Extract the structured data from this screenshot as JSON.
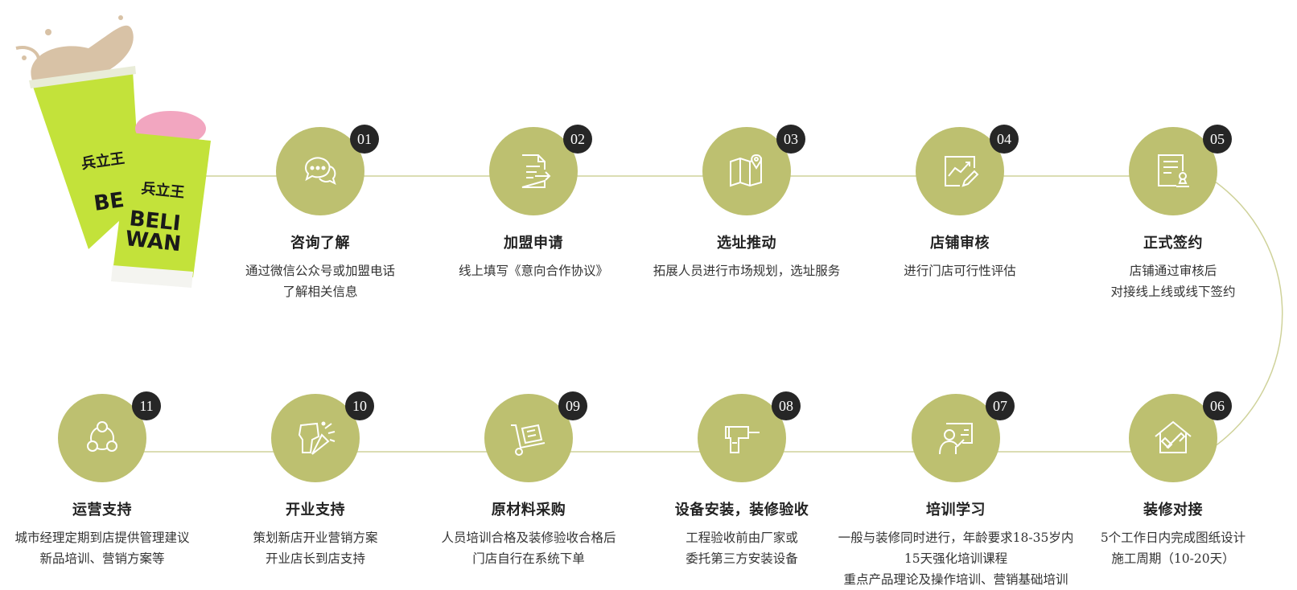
{
  "product_art": {
    "brand_text": "兵立王",
    "cup_text": "BELIEVE WANG"
  },
  "accent_color": "#bdc070",
  "badge_color": "#262626",
  "steps": [
    {
      "num": "01",
      "title": "咨询了解",
      "icon": "chat-bubbles-icon",
      "lines": [
        "通过微信公众号或加盟电话",
        "了解相关信息"
      ]
    },
    {
      "num": "02",
      "title": "加盟申请",
      "icon": "document-arrow-icon",
      "lines": [
        "线上填写《意向合作协议》"
      ]
    },
    {
      "num": "03",
      "title": "选址推动",
      "icon": "map-pin-icon",
      "lines": [
        "拓展人员进行市场规划，选址服务"
      ]
    },
    {
      "num": "04",
      "title": "店铺审核",
      "icon": "chart-edit-icon",
      "lines": [
        "进行门店可行性评估"
      ]
    },
    {
      "num": "05",
      "title": "正式签约",
      "icon": "contract-stamp-icon",
      "lines": [
        "店铺通过审核后",
        "对接线上线或线下签约"
      ]
    },
    {
      "num": "06",
      "title": "装修对接",
      "icon": "house-tools-icon",
      "lines": [
        "5个工作日内完成图纸设计",
        "施工周期（10-20天）"
      ]
    },
    {
      "num": "07",
      "title": "培训学习",
      "icon": "presentation-icon",
      "lines": [
        "一般与装修同时进行，年龄要求18-35岁内",
        "15天强化培训课程",
        "重点产品理论及操作培训、营销基础培训"
      ]
    },
    {
      "num": "08",
      "title": "设备安装，装修验收",
      "icon": "drill-icon",
      "lines": [
        "工程验收前由厂家或",
        "委托第三方安装设备"
      ]
    },
    {
      "num": "09",
      "title": "原材料采购",
      "icon": "hand-truck-icon",
      "lines": [
        "人员培训合格及装修验收合格后",
        "门店自行在系统下单"
      ]
    },
    {
      "num": "10",
      "title": "开业支持",
      "icon": "party-popper-icon",
      "lines": [
        "策划新店开业营销方案",
        "开业店长到店支持"
      ]
    },
    {
      "num": "11",
      "title": "运营支持",
      "icon": "team-network-icon",
      "lines": [
        "城市经理定期到店提供管理建议",
        "新品培训、营销方案等"
      ]
    }
  ]
}
